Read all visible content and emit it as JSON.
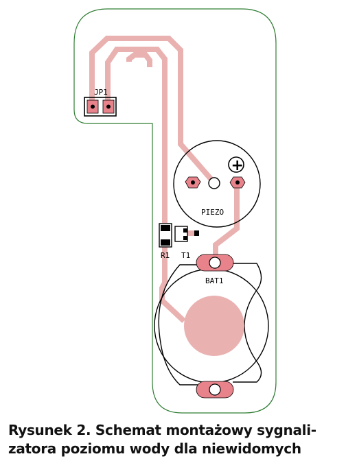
{
  "labels": {
    "jp1": "JP1",
    "piezo": "PIEZO",
    "r1": "R1",
    "t1": "T1",
    "bat1": "BAT1",
    "plus": "+"
  },
  "caption": {
    "line1": "Rysunek 2. Schemat montażowy sygnali-",
    "line2": "zatora poziomu wody dla niewidomych"
  },
  "colors": {
    "board_outline": "#2e7d32",
    "trace": "#eab1b1",
    "pad": "#e8838b",
    "silkscreen": "#000000"
  }
}
